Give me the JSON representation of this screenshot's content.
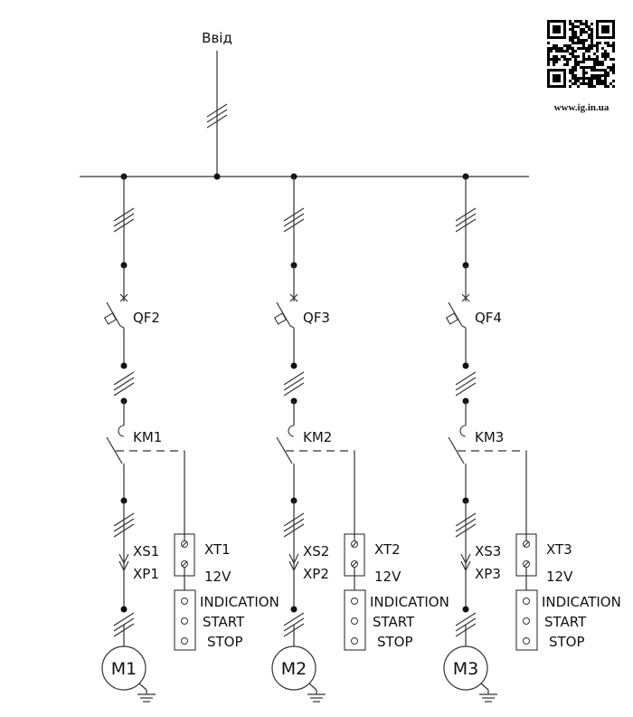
{
  "title": "Ввід",
  "website": "www.ig.in.ua",
  "branches": [
    {
      "breaker": "QF2",
      "contactor": "KM1",
      "socket": "XS1",
      "plug": "XP1",
      "terminal": "XT1",
      "voltage": "12V",
      "motor": "M1",
      "controls": [
        "INDICATION",
        "START",
        "STOP"
      ]
    },
    {
      "breaker": "QF3",
      "contactor": "KM2",
      "socket": "XS2",
      "plug": "XP2",
      "terminal": "XT2",
      "voltage": "12V",
      "motor": "M2",
      "controls": [
        "INDICATION",
        "START",
        "STOP"
      ]
    },
    {
      "breaker": "QF4",
      "contactor": "KM3",
      "socket": "XS3",
      "plug": "XP3",
      "terminal": "XT3",
      "voltage": "12V",
      "motor": "M3",
      "controls": [
        "INDICATION",
        "START",
        "STOP"
      ]
    }
  ]
}
